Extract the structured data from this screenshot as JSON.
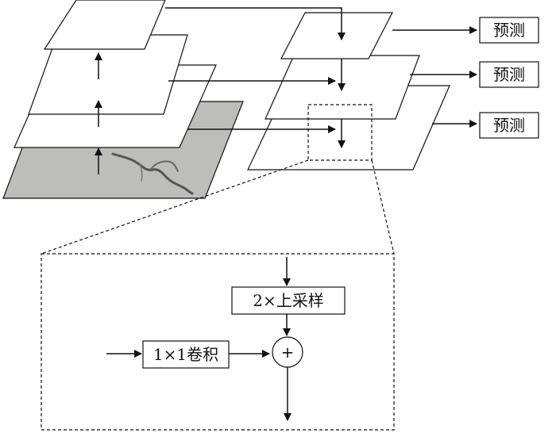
{
  "predictions": [
    "预测",
    "预测",
    "预测"
  ],
  "detail": {
    "upsample_label": "2×上采样",
    "conv_label": "1×1卷积",
    "add_symbol": "+"
  },
  "colors": {
    "line": "#111111",
    "background": "#ffffff",
    "image_fill": "#bdbdbb",
    "crack": "#555555"
  }
}
